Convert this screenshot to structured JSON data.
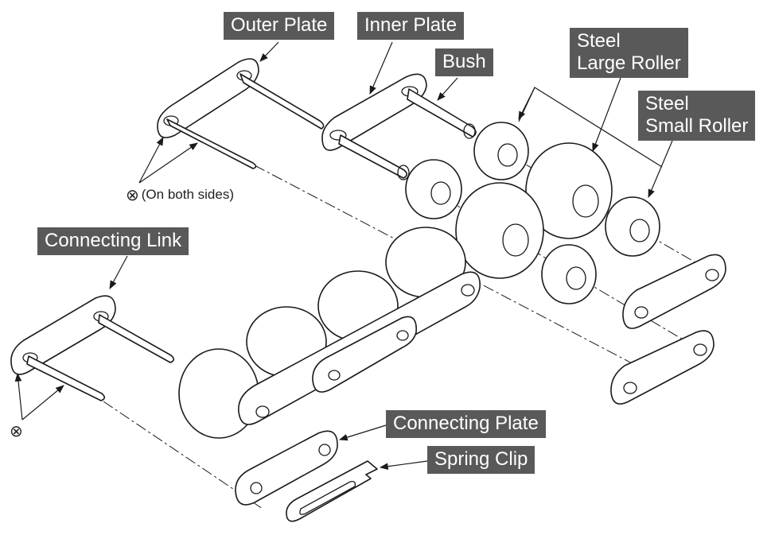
{
  "labels": {
    "outer_plate": "Outer Plate",
    "inner_plate": "Inner Plate",
    "bush": "Bush",
    "steel_large_roller_1": "Steel",
    "steel_large_roller_2": "Large Roller",
    "steel_small_roller_1": "Steel",
    "steel_small_roller_2": "Small Roller",
    "connecting_link": "Connecting Link",
    "connecting_plate": "Connecting Plate",
    "spring_clip": "Spring Clip"
  },
  "notes": {
    "both_sides_symbol": "⊗",
    "both_sides_text": "(On both sides)",
    "link_symbol": "⊗"
  },
  "colors": {
    "label_bg": "#595959",
    "label_text": "#ffffff",
    "line": "#1a1a1a"
  }
}
